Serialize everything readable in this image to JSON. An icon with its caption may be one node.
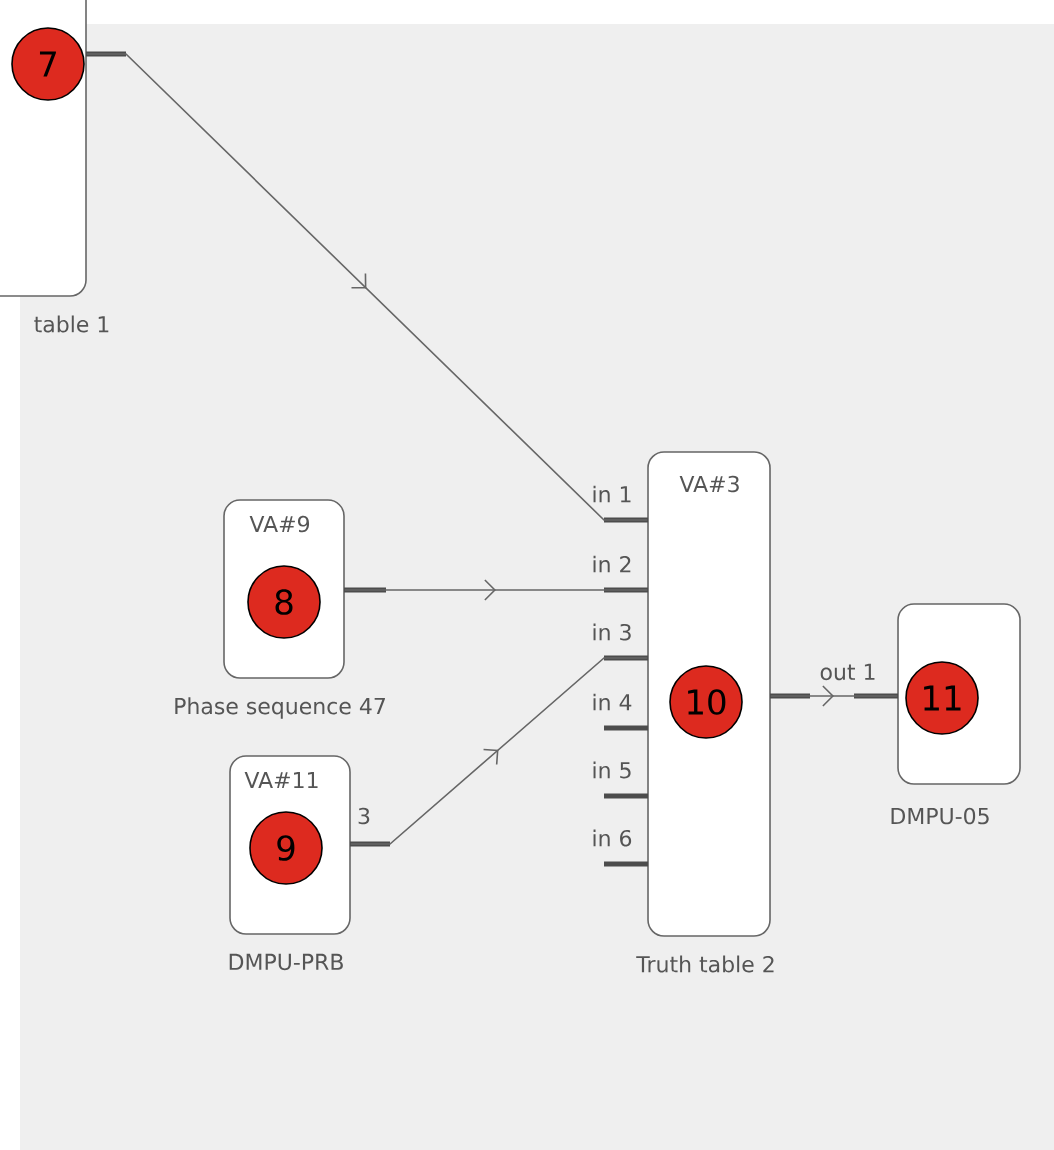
{
  "diagram": {
    "nodes": [
      {
        "text": [
          "7"
        ],
        "beside": [
          "table 1"
        ]
      },
      {
        "text": [
          "VA#9",
          "8"
        ],
        "beside": [
          "Phase sequence 47"
        ]
      },
      {
        "text": [
          "VA#11",
          "9"
        ],
        "beside": [
          "3",
          "DMPU-PRB"
        ]
      },
      {
        "text": [
          "VA#3",
          "10"
        ],
        "beside": [
          "in 1",
          "in 2",
          "in 3",
          "in 4",
          "in 5",
          "in 6",
          "Truth table 2"
        ]
      },
      {
        "text": [
          "11"
        ],
        "beside": [
          "out 1",
          "DMPU-05"
        ]
      }
    ],
    "edges": [
      {
        "from": 0,
        "to": 3,
        "arrow": "to"
      },
      {
        "from": 1,
        "to": 3,
        "arrow": "to"
      },
      {
        "from": 2,
        "to": 3,
        "arrow": "to"
      },
      {
        "from": 3,
        "to": 4,
        "arrow": "to"
      }
    ]
  }
}
